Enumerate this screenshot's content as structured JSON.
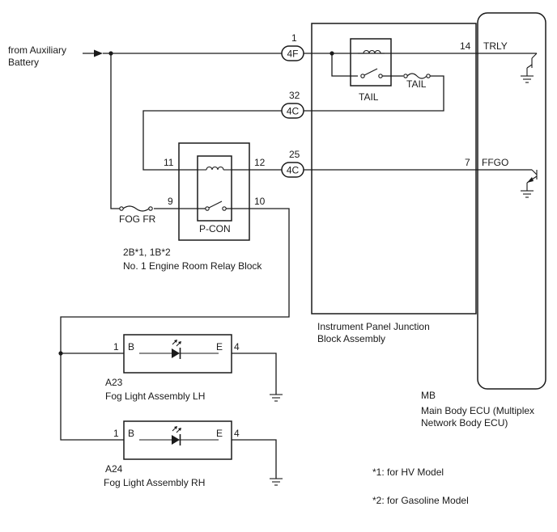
{
  "source": {
    "line1": "from Auxiliary",
    "line2": "Battery"
  },
  "connectors": {
    "c4f": "4F",
    "c4c_top": "4C",
    "c4c_bottom": "4C"
  },
  "pins": {
    "p1": "1",
    "p32": "32",
    "p25": "25",
    "p14": "14",
    "p7": "7",
    "p11": "11",
    "p12": "12",
    "p9": "9",
    "p10": "10",
    "a23_b": "1",
    "a23_e": "4",
    "a24_b": "1",
    "a24_e": "4"
  },
  "signals": {
    "trly": "TRLY",
    "ffgo": "FFGO"
  },
  "relays": {
    "tail_relay": "TAIL",
    "tail_fuse": "TAIL",
    "pcon_relay": "P-CON",
    "fog_fuse": "FOG FR"
  },
  "relay_block": {
    "code": "2B*1, 1B*2",
    "name": "No. 1 Engine Room Relay Block"
  },
  "junction_block": {
    "line1": "Instrument Panel Junction",
    "line2": "Block Assembly"
  },
  "ecu": {
    "code": "MB",
    "line1": "Main Body ECU (Multiplex",
    "line2": "Network Body ECU)"
  },
  "lights": {
    "lh": {
      "code": "A23",
      "name": "Fog Light Assembly LH",
      "term_b": "B",
      "term_e": "E"
    },
    "rh": {
      "code": "A24",
      "name": "Fog Light Assembly RH",
      "term_b": "B",
      "term_e": "E"
    }
  },
  "notes": {
    "n1": "*1: for HV Model",
    "n2": "*2: for Gasoline Model"
  }
}
